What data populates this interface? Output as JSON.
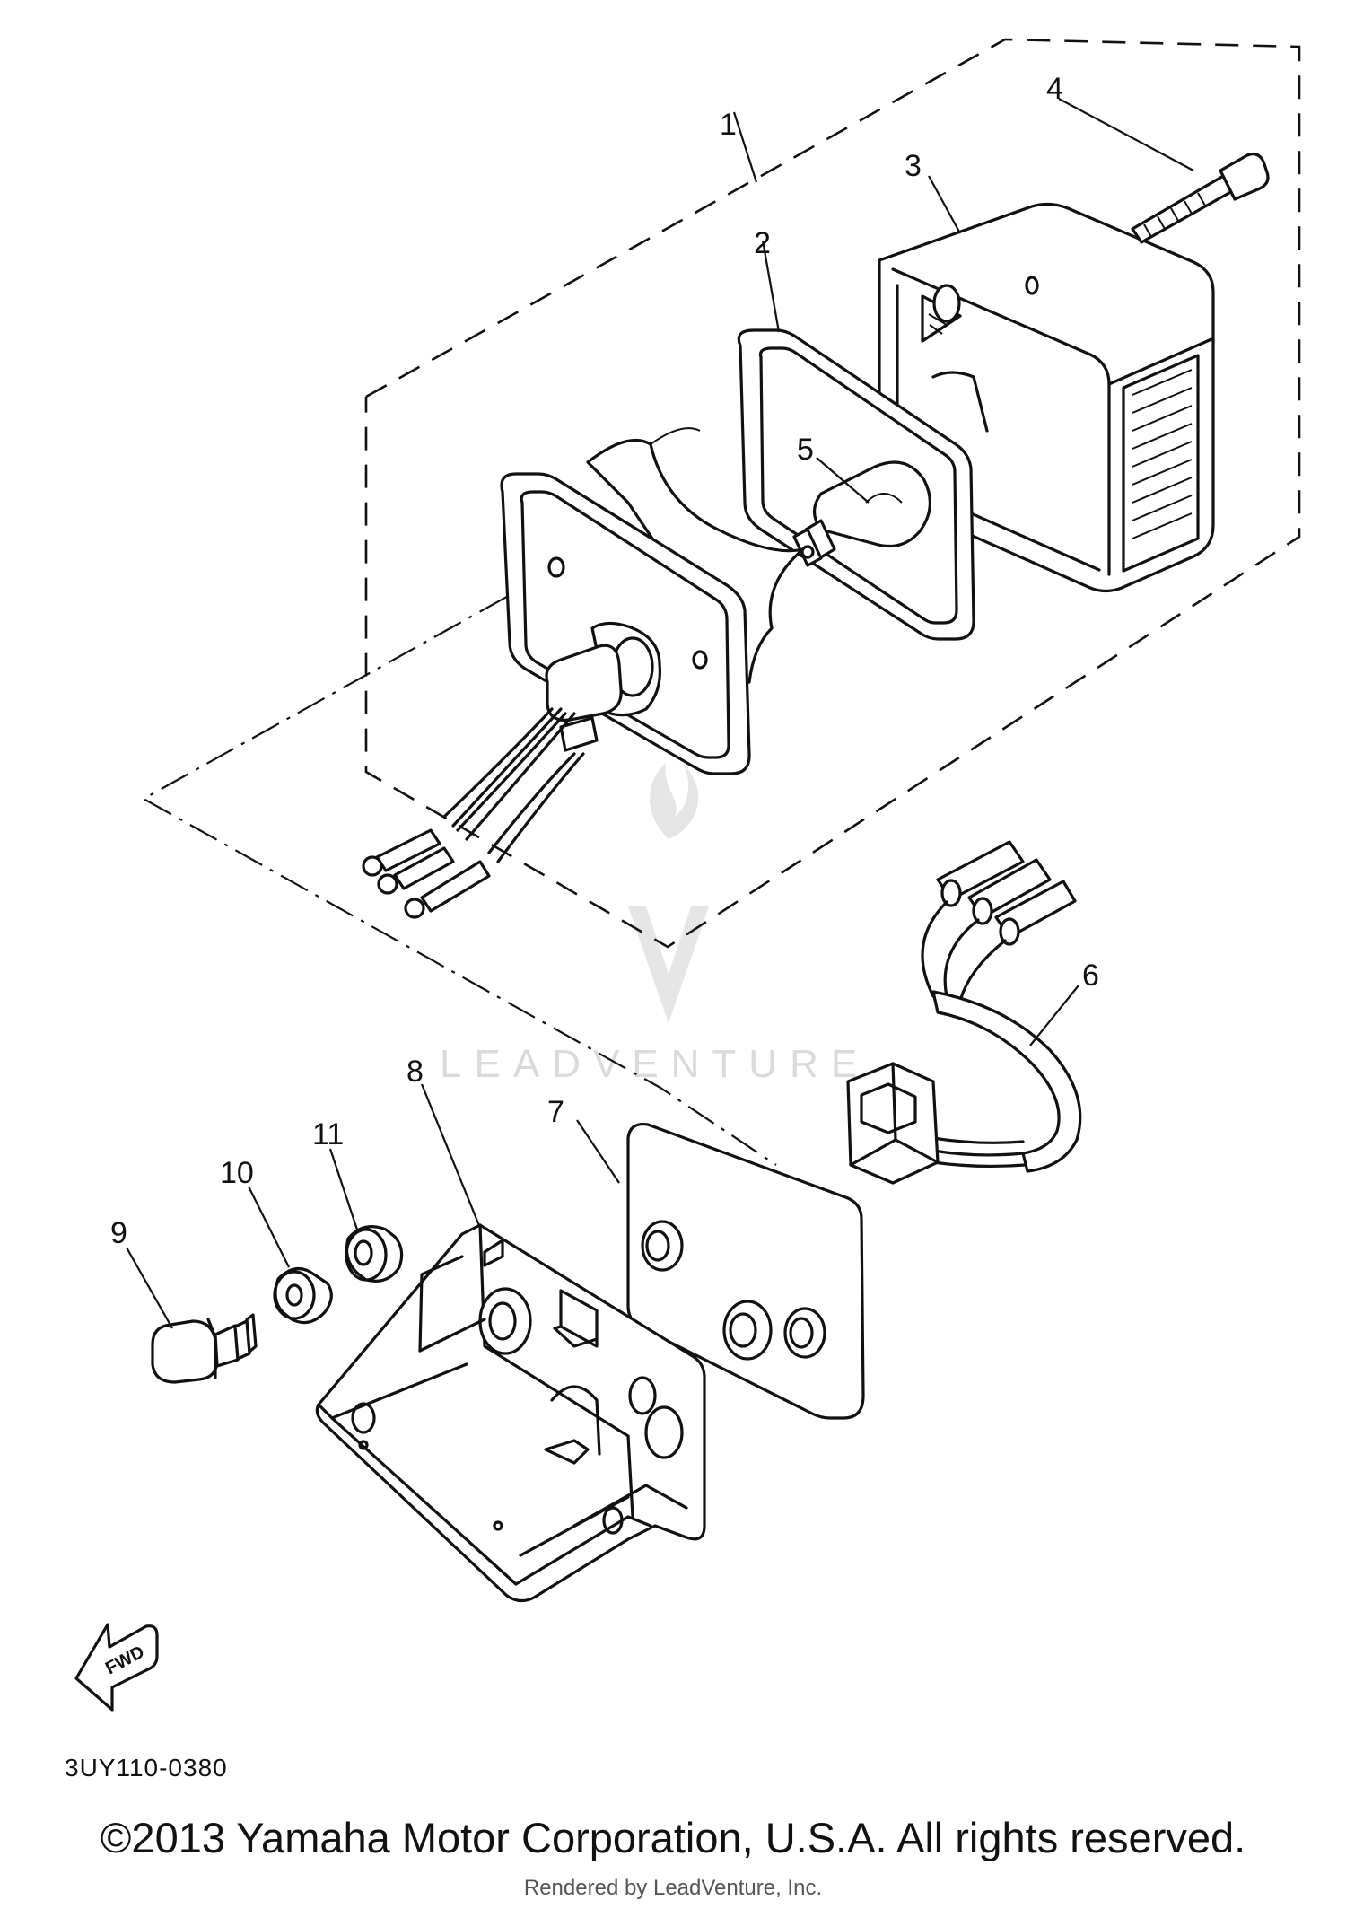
{
  "diagram": {
    "code": "3UY110-0380",
    "callouts": [
      "1",
      "2",
      "3",
      "4",
      "5",
      "6",
      "7",
      "8",
      "9",
      "10",
      "11"
    ],
    "fwd_label": "FWD"
  },
  "footer": {
    "copyright": "©2013 Yamaha Motor Corporation, U.S.A. All rights reserved.",
    "rendered_by": "Rendered by LeadVenture, Inc."
  },
  "watermark": {
    "text": "LEADVENTURE"
  }
}
